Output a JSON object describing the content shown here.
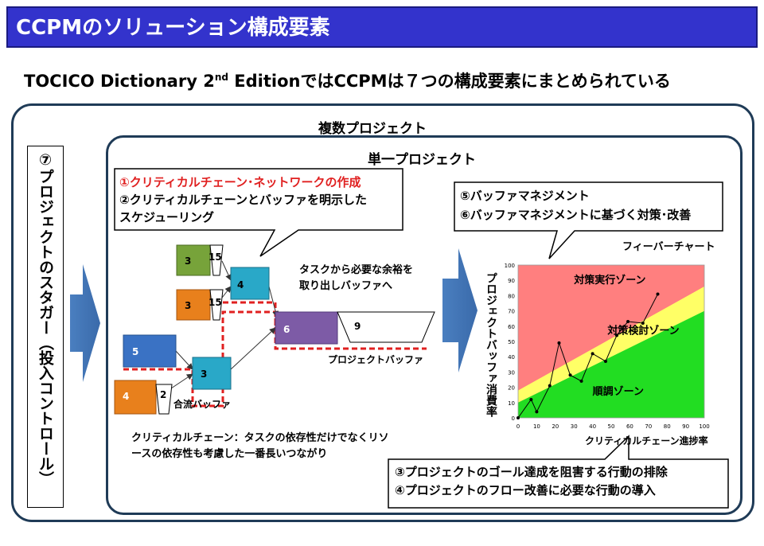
{
  "title": "CCPMのソリューション構成要素",
  "subtitle": {
    "prefix": "TOCICO Dictionary 2",
    "sup": "nd",
    "suffix": " EditionではCCPMは７つの構成要素にまとめられている"
  },
  "outer_label": "複数プロジェクト",
  "inner_label": "単一プロジェクト",
  "stagger_label": "⑦プロジェクトのスタガー（投入コントロール）",
  "callout_schedule": {
    "line1": "①クリティカルチェーン･ネットワークの作成",
    "line2": "②クリティカルチェーンとバッファを明示した",
    "line3": "スケジューリング"
  },
  "callout_buffer_mgmt": {
    "line1": "⑤バッファマネジメント",
    "line2": "⑥バッファマネジメントに基づく対策･改善"
  },
  "callout_flow": {
    "line1": "③プロジェクトのゴール達成を阻害する行動の排除",
    "line2": "④プロジェクトのフロー改善に必要な行動の導入"
  },
  "network": {
    "buffer_note": "タスクから必要な余裕を取り出しバッファへ",
    "merge_buffer": "合流バッファ",
    "project_buffer": "プロジェクトバッファ",
    "tasks": [
      {
        "label": "3",
        "color": "#77a33a"
      },
      {
        "label": "15"
      },
      {
        "label": "3",
        "color": "#e8801c"
      },
      {
        "label": "15"
      },
      {
        "label": "4",
        "color": "#29a8c8"
      },
      {
        "label": "5",
        "color": "#3a72c4"
      },
      {
        "label": "3",
        "color": "#29a8c8"
      },
      {
        "label": "4",
        "color": "#e8801c"
      },
      {
        "label": "2"
      },
      {
        "label": "6",
        "color": "#7d5ba6"
      },
      {
        "label": "9"
      }
    ],
    "critical_chain_color": "#e02020"
  },
  "cc_definition": "クリティカルチェーン：タスクの依存性だけでなくリソースの依存性も考慮した一番長いつながり",
  "chart_data": {
    "type": "line",
    "title": "フィーバーチャート",
    "xlabel": "クリティカルチェーン進捗率",
    "ylabel": "プロジェクトバッファ消費率",
    "xlim": [
      0,
      100
    ],
    "ylim": [
      0,
      100
    ],
    "xticks": [
      0,
      10,
      20,
      30,
      40,
      50,
      60,
      70,
      80,
      90,
      100
    ],
    "yticks": [
      0,
      10,
      20,
      30,
      40,
      50,
      60,
      70,
      80,
      90,
      100
    ],
    "zones": [
      {
        "name": "対策実行ゾーン",
        "color": "#ff7f7f"
      },
      {
        "name": "対策検討ゾーン",
        "color": "#ffff66"
      },
      {
        "name": "順調ゾーン",
        "color": "#22dd22"
      }
    ],
    "series": [
      {
        "x": [
          0,
          7,
          10,
          17,
          22,
          28,
          34,
          40,
          47,
          53,
          59,
          67,
          75
        ],
        "y": [
          0,
          12,
          4,
          21,
          49,
          28,
          24,
          42,
          37,
          54,
          63,
          62,
          81
        ]
      }
    ]
  }
}
